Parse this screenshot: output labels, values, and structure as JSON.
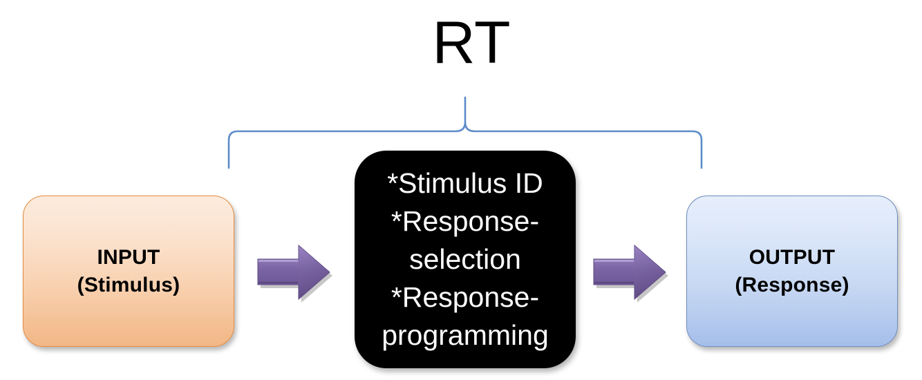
{
  "diagram": {
    "title": "RT",
    "title_icon": "curly-brace-span",
    "nodes": [
      {
        "id": "input",
        "lines": [
          "INPUT",
          "(Stimulus)"
        ],
        "fill_top": "#FCEBDD",
        "fill_bottom": "#F2B786",
        "border": "#E58B3E",
        "text_color": "#000000"
      },
      {
        "id": "process",
        "lines": [
          "*Stimulus ID",
          "*Response-selection",
          "*Response-programming"
        ],
        "wrapped_lines": [
          "*Stimulus ID",
          "*Response-",
          "selection",
          "*Response-",
          "programming"
        ],
        "fill": "#000000",
        "text_color": "#FFFFFF"
      },
      {
        "id": "output",
        "lines": [
          "OUTPUT",
          "(Response)"
        ],
        "fill_top": "#E6EEFB",
        "fill_bottom": "#A5BEEA",
        "border": "#6E8CBC",
        "text_color": "#000000"
      }
    ],
    "connectors": [
      {
        "id": "arrow-input-to-process",
        "icon": "right-arrow-icon",
        "color": "#6F5A96"
      },
      {
        "id": "arrow-process-to-output",
        "icon": "right-arrow-icon",
        "color": "#6F5A96"
      }
    ],
    "brace": {
      "icon": "curly-brace-icon",
      "color": "#5B8BC9",
      "spans_label": "RT"
    }
  }
}
